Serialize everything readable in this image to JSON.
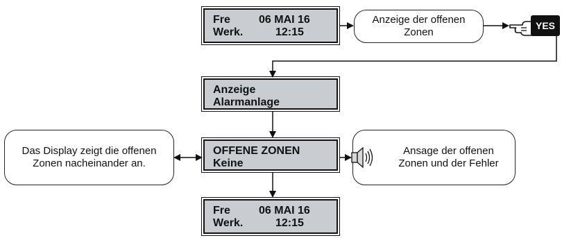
{
  "screens": {
    "top": {
      "line1_left": "Fre",
      "line1_right": "06 MAI 16",
      "line2_left": "Werk.",
      "line2_right": "12:15"
    },
    "anzeige": {
      "line1": "Anzeige",
      "line2": "Alarmanlage"
    },
    "zones": {
      "line1": "OFFENE ZONEN",
      "line2": "Keine"
    },
    "bottom": {
      "line1_left": "Fre",
      "line1_right": "06 MAI 16",
      "line2_left": "Werk.",
      "line2_right": "12:15"
    }
  },
  "bubbles": {
    "show_open": {
      "line1": "Anzeige der offenen",
      "line2": "Zonen"
    },
    "display_info": {
      "line1": "Das Display zeigt die offenen",
      "line2": "Zonen nacheinander an."
    },
    "announce": {
      "line1": "Ansage der offenen",
      "line2": "Zonen und der Fehler"
    }
  },
  "key": {
    "label": "YES",
    "icon": "pointing-hand-icon"
  },
  "speaker": {
    "icon": "speaker-icon"
  }
}
